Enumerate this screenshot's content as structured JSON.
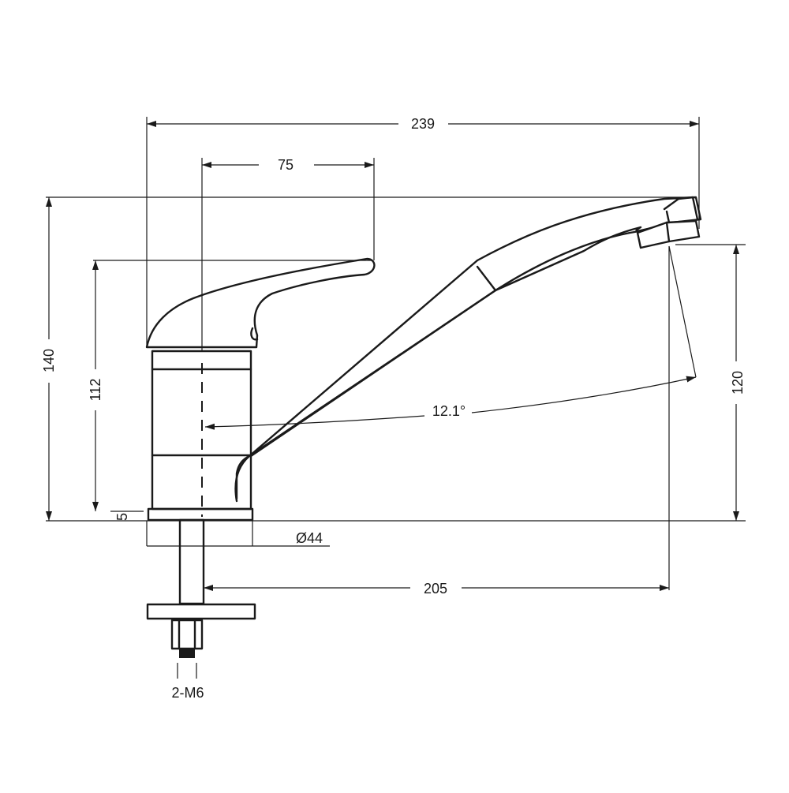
{
  "dimensions": {
    "overall_length": "239",
    "handle_reach": "75",
    "total_height": "140",
    "handle_height": "112",
    "base_thickness": "5",
    "base_diameter": "Ø44",
    "spout_height": "120",
    "spout_angle": "12.1°",
    "spout_reach": "205",
    "fixing": "2-M6"
  },
  "colors": {
    "line": "#1a1a1a",
    "background": "#ffffff"
  }
}
